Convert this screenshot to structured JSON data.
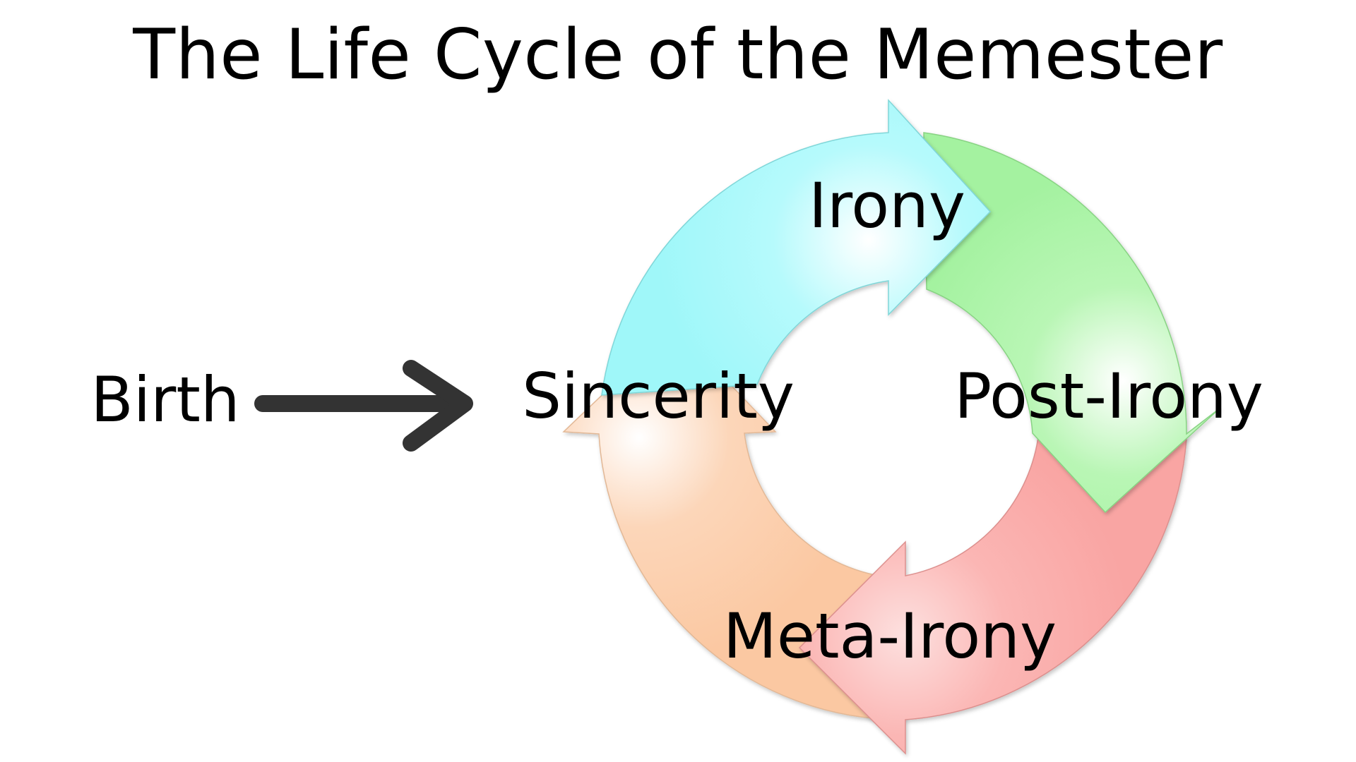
{
  "title": "The Life Cycle of the Memester",
  "stages": {
    "birth": "Birth",
    "sincerity": "Sincerity",
    "irony": "Irony",
    "post_irony": "Post-Irony",
    "meta_irony": "Meta-Irony"
  },
  "colors": {
    "irony_arrow": "#9ff7f9",
    "post_irony_arrow": "#a4f2a0",
    "meta_irony_arrow": "#f9a5a3",
    "sincerity_arrow": "#fbc8a2",
    "birth_arrow": "#333333"
  },
  "icons": {
    "birth_arrow": "right-arrow-icon",
    "cycle": "circular-cycle-arrows"
  }
}
